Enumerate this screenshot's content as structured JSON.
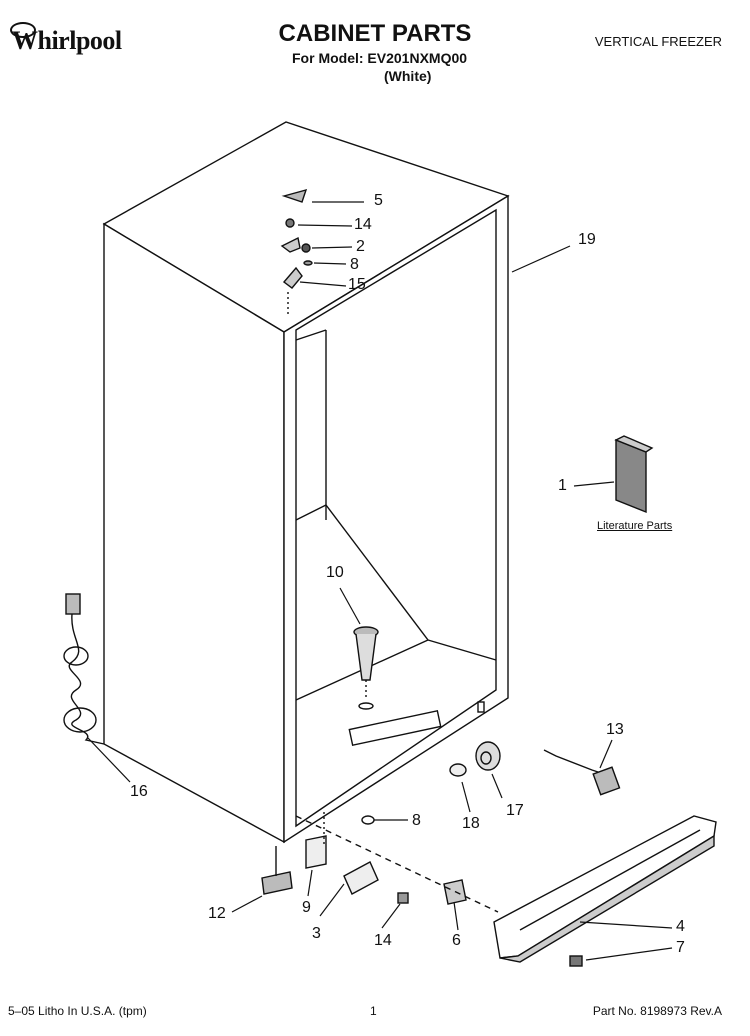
{
  "brand": "Whirlpool",
  "header": {
    "title": "CABINET PARTS",
    "model_line": "For Model: EV201NXMQ00",
    "color_line": "(White)",
    "product_type": "VERTICAL FREEZER"
  },
  "literature_label": "Literature Parts",
  "callouts": [
    "5",
    "14",
    "2",
    "8",
    "15",
    "19",
    "1",
    "10",
    "16",
    "13",
    "17",
    "18",
    "8",
    "12",
    "9",
    "3",
    "14",
    "6",
    "4",
    "7"
  ],
  "footer": {
    "litho": "5–05 Litho In U.S.A. (tpm)",
    "page": "1",
    "part_no": "Part No. 8198973 Rev.A"
  }
}
